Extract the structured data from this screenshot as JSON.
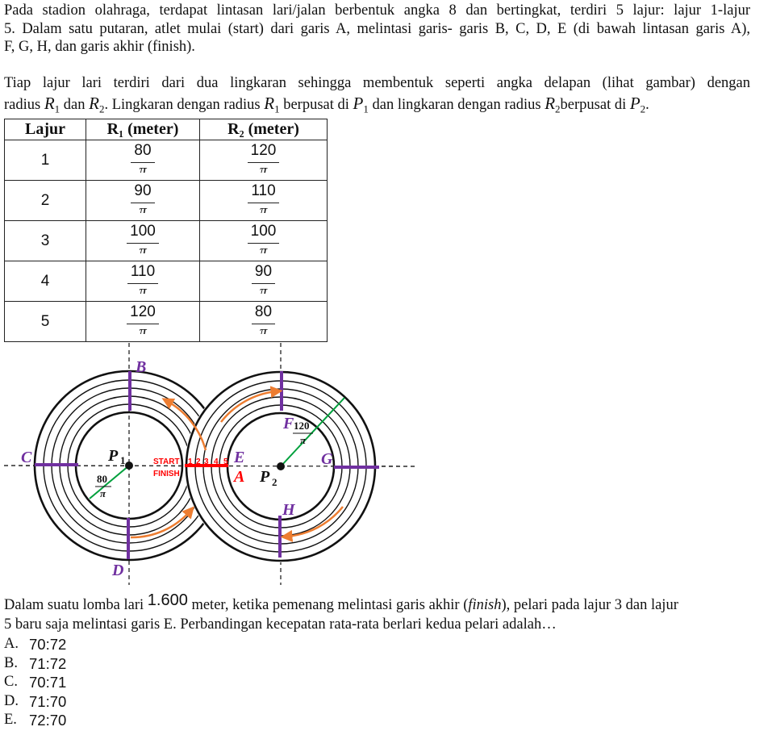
{
  "intro": {
    "line1": "Pada stadion olahraga, terdapat lintasan lari/jalan berbentuk angka 8 dan bertingkat, terdiri 5 lajur: lajur 1-lajur",
    "line2": "5. Dalam satu putaran, atlet mulai (start) dari garis A, melintasi garis- garis B, C, D, E (di bawah lintasan garis A),",
    "line3": "F, G, H, dan garis akhir (finish).",
    "line4": "Tiap lajur lari terdiri dari dua lingkaran sehingga membentuk seperti angka delapan (lihat gambar) dengan",
    "line5_a": "radius ",
    "line5_r1": "R",
    "line5_b": " dan ",
    "line5_r2": "R",
    "line5_c": ". Lingkaran dengan radius ",
    "line5_d": " berpusat di ",
    "line5_p": "P",
    "line5_e": " dan lingkaran dengan radius ",
    "line5_f": "berpusat di ",
    "sub1": "1",
    "sub2": "2"
  },
  "table": {
    "headers": [
      "Lajur",
      "R₁ (meter)",
      "R₂ (meter)"
    ],
    "pi": "π",
    "rows": [
      {
        "lajur": "1",
        "r1": "80",
        "r2": "120"
      },
      {
        "lajur": "2",
        "r1": "90",
        "r2": "110"
      },
      {
        "lajur": "3",
        "r1": "100",
        "r2": "100"
      },
      {
        "lajur": "4",
        "r1": "110",
        "r2": "90"
      },
      {
        "lajur": "5",
        "r1": "120",
        "r2": "80"
      }
    ]
  },
  "diagram": {
    "labels": {
      "B": "B",
      "C": "C",
      "D": "D",
      "E": "E",
      "A": "A",
      "F": "F",
      "G": "G",
      "H": "H"
    },
    "p1": "P",
    "p1_sub": "1",
    "p2": "P",
    "p2_sub": "2",
    "start": "START",
    "finish": "FINISH",
    "lanes": [
      "1",
      "2",
      "3",
      "4",
      "5"
    ],
    "r1_label": "80",
    "r2_label": "120",
    "pi": "π",
    "colors": {
      "marker": "#7030a0",
      "start": "#ff0000",
      "radius": "#00a03c",
      "arrow": "#ed7d31"
    }
  },
  "question": {
    "a": "Dalam suatu lomba lari ",
    "distance": "1.600",
    "b": " meter, ketika pemenang melintasi garis akhir (",
    "finish": "finish",
    "c": "), pelari pada lajur 3 dan lajur",
    "line2": "5 baru saja melintasi garis E. Perbandingan kecepatan rata-rata berlari kedua pelari adalah…"
  },
  "options": [
    {
      "letter": "A.",
      "value": "70:72"
    },
    {
      "letter": "B.",
      "value": "71:72"
    },
    {
      "letter": "C.",
      "value": "70:71"
    },
    {
      "letter": "D.",
      "value": "71:70"
    },
    {
      "letter": "E.",
      "value": "72:70"
    }
  ]
}
